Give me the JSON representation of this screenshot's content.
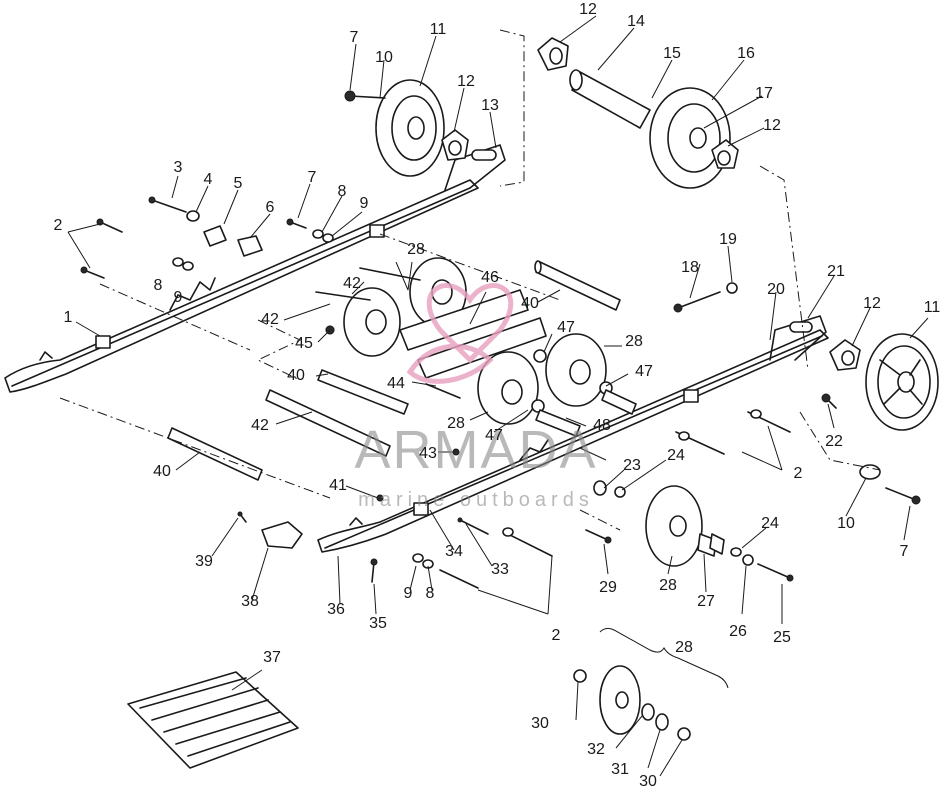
{
  "watermark": {
    "brand": "ARMADA",
    "tagline": "marine outboards",
    "logo_color": "#e8a0c0"
  },
  "callouts": [
    {
      "id": "c1",
      "text": "1"
    },
    {
      "id": "c2a",
      "text": "2"
    },
    {
      "id": "c2b",
      "text": "2"
    },
    {
      "id": "c2c",
      "text": "2"
    },
    {
      "id": "c3",
      "text": "3"
    },
    {
      "id": "c4",
      "text": "4"
    },
    {
      "id": "c5",
      "text": "5"
    },
    {
      "id": "c6",
      "text": "6"
    },
    {
      "id": "c7a",
      "text": "7"
    },
    {
      "id": "c7b",
      "text": "7"
    },
    {
      "id": "c7c",
      "text": "7"
    },
    {
      "id": "c8a",
      "text": "8"
    },
    {
      "id": "c8b",
      "text": "8"
    },
    {
      "id": "c8c",
      "text": "8"
    },
    {
      "id": "c9a",
      "text": "9"
    },
    {
      "id": "c9b",
      "text": "9"
    },
    {
      "id": "c9c",
      "text": "9"
    },
    {
      "id": "c10a",
      "text": "10"
    },
    {
      "id": "c10b",
      "text": "10"
    },
    {
      "id": "c11a",
      "text": "11"
    },
    {
      "id": "c11b",
      "text": "11"
    },
    {
      "id": "c12a",
      "text": "12"
    },
    {
      "id": "c12b",
      "text": "12"
    },
    {
      "id": "c12c",
      "text": "12"
    },
    {
      "id": "c12d",
      "text": "12"
    },
    {
      "id": "c13",
      "text": "13"
    },
    {
      "id": "c14",
      "text": "14"
    },
    {
      "id": "c15",
      "text": "15"
    },
    {
      "id": "c16",
      "text": "16"
    },
    {
      "id": "c17",
      "text": "17"
    },
    {
      "id": "c18",
      "text": "18"
    },
    {
      "id": "c19",
      "text": "19"
    },
    {
      "id": "c20",
      "text": "20"
    },
    {
      "id": "c21",
      "text": "21"
    },
    {
      "id": "c22",
      "text": "22"
    },
    {
      "id": "c23",
      "text": "23"
    },
    {
      "id": "c24a",
      "text": "24"
    },
    {
      "id": "c24b",
      "text": "24"
    },
    {
      "id": "c25",
      "text": "25"
    },
    {
      "id": "c26",
      "text": "26"
    },
    {
      "id": "c27",
      "text": "27"
    },
    {
      "id": "c28a",
      "text": "28"
    },
    {
      "id": "c28b",
      "text": "28"
    },
    {
      "id": "c28c",
      "text": "28"
    },
    {
      "id": "c28d",
      "text": "28"
    },
    {
      "id": "c28e",
      "text": "28"
    },
    {
      "id": "c29",
      "text": "29"
    },
    {
      "id": "c30a",
      "text": "30"
    },
    {
      "id": "c30b",
      "text": "30"
    },
    {
      "id": "c31",
      "text": "31"
    },
    {
      "id": "c32",
      "text": "32"
    },
    {
      "id": "c33",
      "text": "33"
    },
    {
      "id": "c34",
      "text": "34"
    },
    {
      "id": "c35",
      "text": "35"
    },
    {
      "id": "c36",
      "text": "36"
    },
    {
      "id": "c37",
      "text": "37"
    },
    {
      "id": "c38",
      "text": "38"
    },
    {
      "id": "c39",
      "text": "39"
    },
    {
      "id": "c40a",
      "text": "40"
    },
    {
      "id": "c40b",
      "text": "40"
    },
    {
      "id": "c40c",
      "text": "40"
    },
    {
      "id": "c41",
      "text": "41"
    },
    {
      "id": "c42a",
      "text": "42"
    },
    {
      "id": "c42b",
      "text": "42"
    },
    {
      "id": "c42c",
      "text": "42"
    },
    {
      "id": "c43",
      "text": "43"
    },
    {
      "id": "c44",
      "text": "44"
    },
    {
      "id": "c45",
      "text": "45"
    },
    {
      "id": "c46",
      "text": "46"
    },
    {
      "id": "c47a",
      "text": "47"
    },
    {
      "id": "c47b",
      "text": "47"
    },
    {
      "id": "c47c",
      "text": "47"
    },
    {
      "id": "c48",
      "text": "48"
    }
  ]
}
